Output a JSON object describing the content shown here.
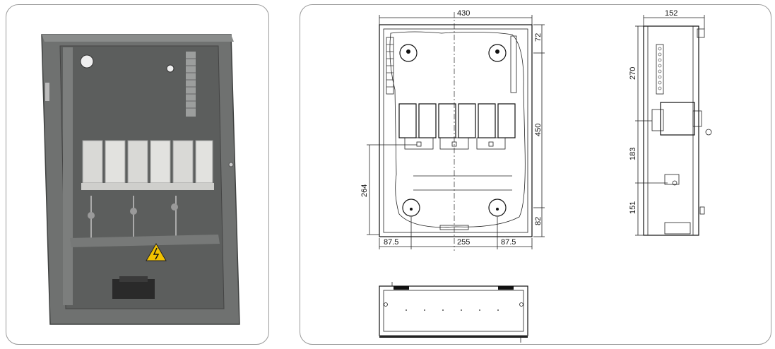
{
  "dimensions": {
    "front_width": "430",
    "front_height": "450",
    "top_margin": "72",
    "bottom_margin": "82",
    "mount_height": "264",
    "left_offset": "87.5",
    "mount_spacing": "255",
    "right_offset": "87.5",
    "side_depth": "152",
    "side_upper": "270",
    "side_middle": "183",
    "side_lower": "151"
  },
  "colors": {
    "enclosure_gray": "#6f7170",
    "interior_gray": "#5c5e5d",
    "breaker_white": "#d9d9d6",
    "warning_yellow": "#f2c200",
    "panel_border": "#9a9a9a"
  },
  "icons": {
    "warning": "high-voltage-warning-icon"
  }
}
